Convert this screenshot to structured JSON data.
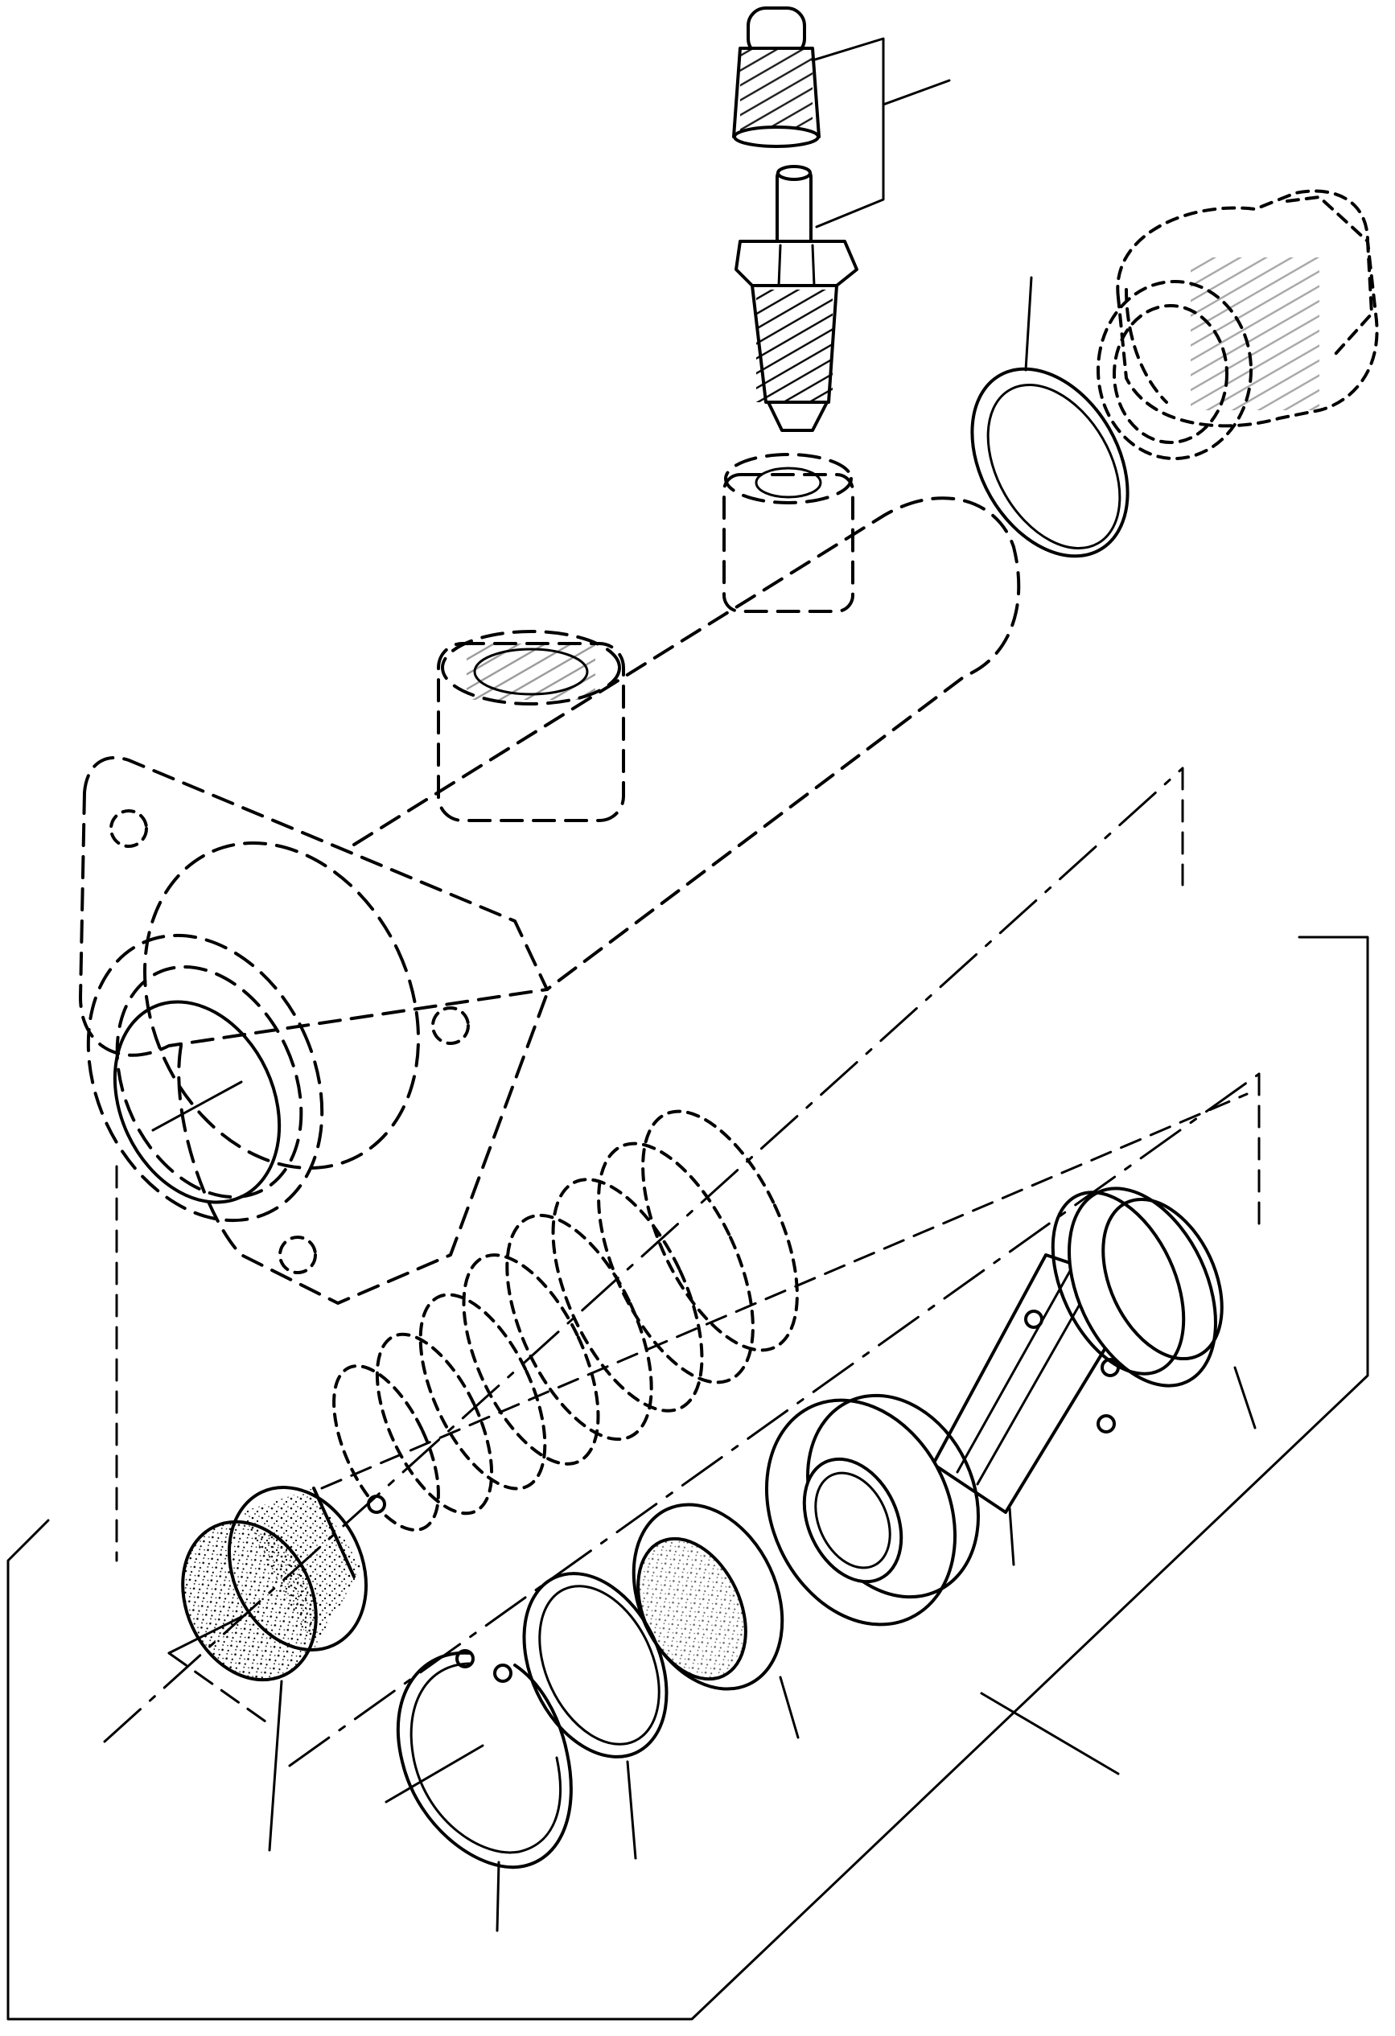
{
  "diagram": {
    "parts": [
      {
        "id": "bleeder-cap"
      },
      {
        "id": "bleeder-screw"
      },
      {
        "id": "adapter-fitting"
      },
      {
        "id": "adapter-o-ring"
      },
      {
        "id": "master-cylinder-housing"
      },
      {
        "id": "return-spring"
      },
      {
        "id": "piston-assembly"
      },
      {
        "id": "primary-cup"
      },
      {
        "id": "secondary-seal"
      },
      {
        "id": "washer"
      },
      {
        "id": "snap-ring"
      },
      {
        "id": "boot-plug"
      },
      {
        "id": "repair-kit-bracket"
      }
    ],
    "stipple_color": "#000000",
    "ink_color": "#000000"
  }
}
